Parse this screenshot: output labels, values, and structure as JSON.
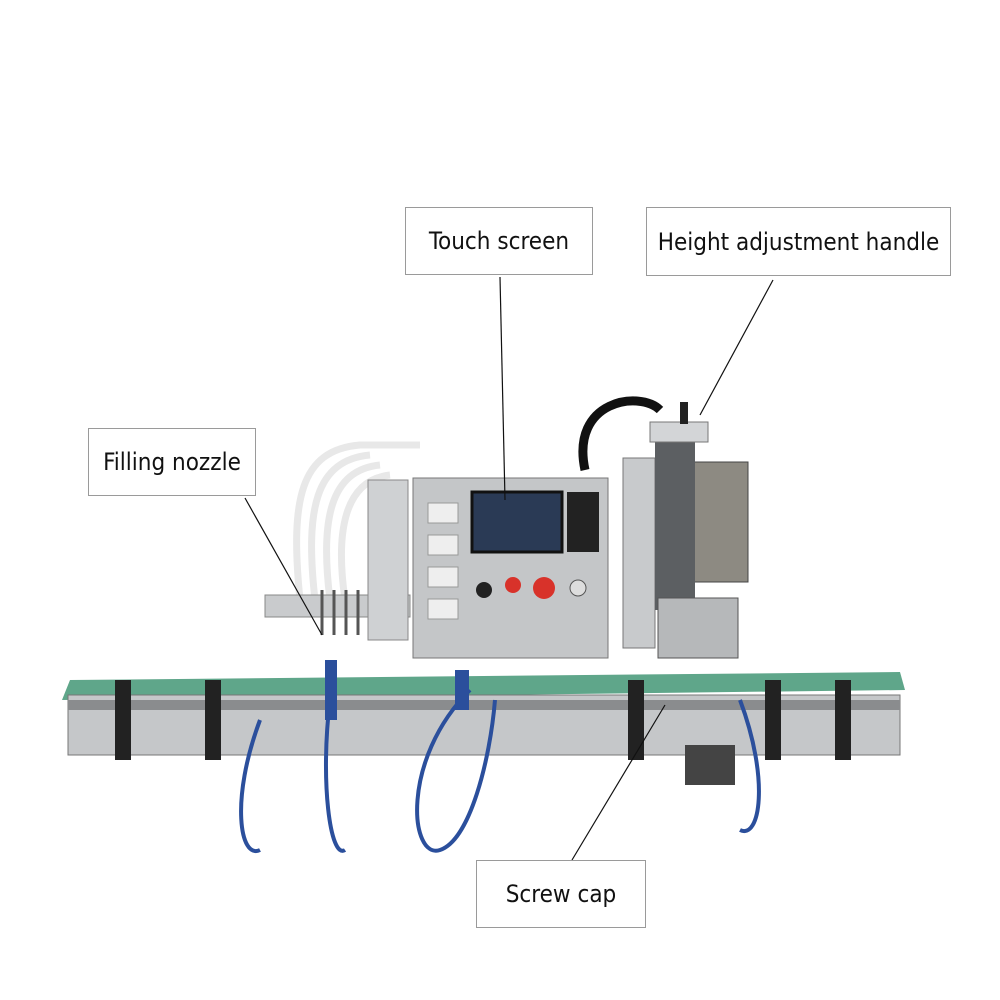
{
  "labels": {
    "touch_screen": "Touch screen",
    "height_adjustment_handle": "Height adjustment handle",
    "filling_nozzle": "Filling nozzle",
    "screw_cap": "Screw cap"
  },
  "colors": {
    "steel": "#b9bcbf",
    "frame_dark": "#3a3d40",
    "belt_green": "#5fa68a",
    "hose_blue": "#2b4f9c",
    "button_red": "#d8322a",
    "screen": "#2a3a55"
  }
}
